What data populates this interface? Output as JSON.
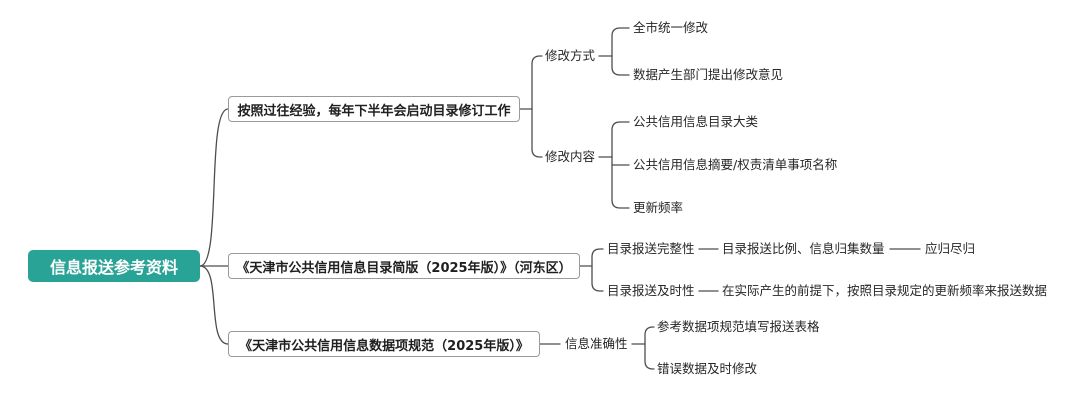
{
  "colors": {
    "root_bg": "#2aa397",
    "line": "#4d4d4d",
    "box_border": "#9a9a9a",
    "text": "#262626"
  },
  "root": {
    "label": "信息报送参考资料"
  },
  "branches": [
    {
      "label": "按照过往经验，每年下半年会启动目录修订工作",
      "children": [
        {
          "label": "修改方式",
          "children": [
            {
              "label": "全市统一修改"
            },
            {
              "label": "数据产生部门提出修改意见"
            }
          ]
        },
        {
          "label": "修改内容",
          "children": [
            {
              "label": "公共信用信息目录大类"
            },
            {
              "label": "公共信用信息摘要/权责清单事项名称"
            },
            {
              "label": "更新频率"
            }
          ]
        }
      ]
    },
    {
      "label": "《天津市公共信用信息目录简版（2025年版）》（河东区）",
      "children": [
        {
          "label": "目录报送完整性",
          "children": [
            {
              "label": "目录报送比例、信息归集数量",
              "children": [
                {
                  "label": "应归尽归"
                }
              ]
            }
          ]
        },
        {
          "label": "目录报送及时性",
          "children": [
            {
              "label": "在实际产生的前提下，按照目录规定的更新频率来报送数据"
            }
          ]
        }
      ]
    },
    {
      "label": "《天津市公共信用信息数据项规范（2025年版）》",
      "children": [
        {
          "label": "信息准确性",
          "children": [
            {
              "label": "参考数据项规范填写报送表格"
            },
            {
              "label": "错误数据及时修改"
            }
          ]
        }
      ]
    }
  ]
}
